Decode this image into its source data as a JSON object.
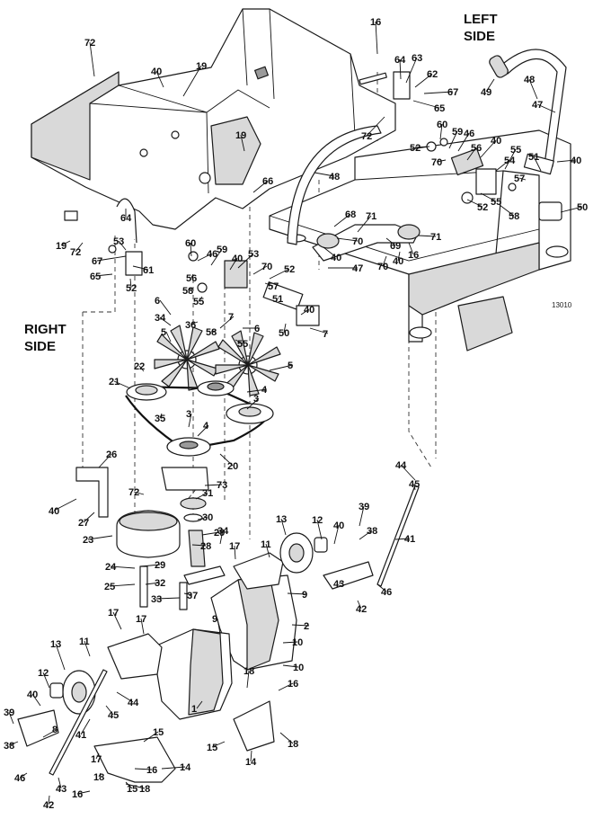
{
  "labels": {
    "left_side_line1": "LEFT",
    "left_side_line2": "SIDE",
    "right_side_line1": "RIGHT",
    "right_side_line2": "SIDE",
    "figure_number": "13010"
  },
  "callouts": [
    "16",
    "72",
    "40",
    "19",
    "64",
    "63",
    "62",
    "67",
    "65",
    "48",
    "49",
    "47",
    "72",
    "52",
    "60",
    "59",
    "46",
    "56",
    "40",
    "55",
    "70",
    "54",
    "51",
    "40",
    "57",
    "52",
    "55",
    "58",
    "50",
    "19",
    "66",
    "48",
    "68",
    "71",
    "70",
    "40",
    "69",
    "71",
    "70",
    "40",
    "16",
    "19",
    "64",
    "72",
    "53",
    "67",
    "65",
    "61",
    "52",
    "60",
    "46",
    "59",
    "56",
    "58",
    "55",
    "40",
    "53",
    "70",
    "52",
    "47",
    "57",
    "51",
    "40",
    "50",
    "7",
    "6",
    "34",
    "36",
    "7",
    "58",
    "6",
    "55",
    "5",
    "5",
    "22",
    "21",
    "4",
    "3",
    "35",
    "3",
    "4",
    "20",
    "26",
    "40",
    "27",
    "72",
    "73",
    "31",
    "30",
    "23",
    "29",
    "28",
    "34",
    "24",
    "29",
    "25",
    "32",
    "33",
    "37",
    "17",
    "13",
    "12",
    "40",
    "39",
    "38",
    "44",
    "45",
    "41",
    "11",
    "9",
    "2",
    "43",
    "46",
    "42",
    "17",
    "17",
    "9",
    "11",
    "13",
    "12",
    "40",
    "39",
    "8",
    "38",
    "46",
    "10",
    "10",
    "1",
    "44",
    "45",
    "41",
    "18",
    "16",
    "15",
    "15",
    "14",
    "14",
    "18",
    "18",
    "16",
    "43",
    "42",
    "17",
    "18",
    "16",
    "15"
  ]
}
